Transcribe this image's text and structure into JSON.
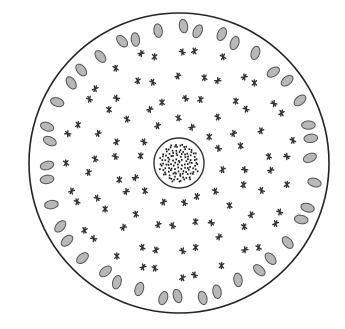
{
  "diagram": {
    "outer_stroke": "#222222",
    "fill": "#ffffff",
    "oval_fill": "#b8b8b8",
    "oval_stroke": "#555555",
    "mark_color": "#333333",
    "core_stroke": "#333333",
    "core_dot_color": "#1a1a1a",
    "outer_oval_count": 40,
    "star_rings": [
      {
        "count": 32
      },
      {
        "count": 26
      },
      {
        "count": 20
      },
      {
        "count": 14
      }
    ],
    "core_dot_count": 120
  }
}
